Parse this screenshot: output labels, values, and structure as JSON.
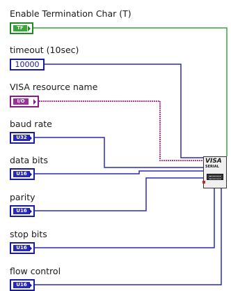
{
  "controls": [
    {
      "label": "Enable Termination Char (T)",
      "type": "bool",
      "value": "TF"
    },
    {
      "label": "timeout (10sec)",
      "type": "num",
      "value": "10000"
    },
    {
      "label": "VISA resource name",
      "type": "visa",
      "value": "I/O"
    },
    {
      "label": "baud rate",
      "type": "num",
      "value": "U32"
    },
    {
      "label": "data bits",
      "type": "num",
      "value": "U16"
    },
    {
      "label": "parity",
      "type": "num",
      "value": "U16"
    },
    {
      "label": "stop bits",
      "type": "num",
      "value": "U16"
    },
    {
      "label": "flow control",
      "type": "num",
      "value": "U16"
    }
  ],
  "node": {
    "title": "VISA",
    "subtitle": "SERIAL"
  },
  "colors": {
    "numeric_wire": "#2a2ab8",
    "boolean_wire": "#3aa63a",
    "visa_wire": "#9b2f9b"
  }
}
